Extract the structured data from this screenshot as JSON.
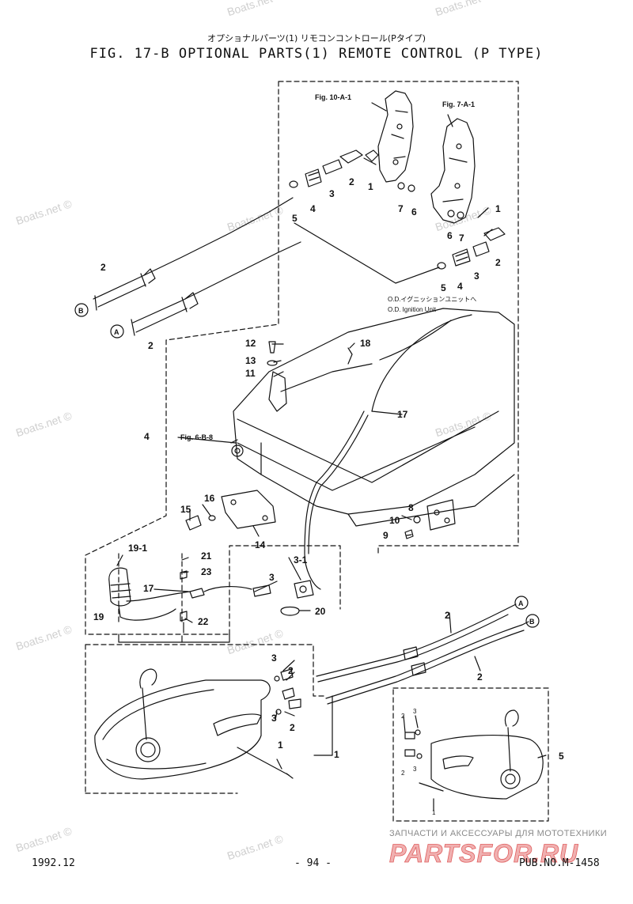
{
  "title_jp": "オプショナルパーツ(1) リモコンコントロール(Pタイプ)",
  "title": "FIG. 17-B OPTIONAL PARTS(1) REMOTE CONTROL (P TYPE)",
  "references": {
    "fig10": "Fig. 10-A-1",
    "fig7": "Fig. 7-A-1",
    "fig6": "Fig. 6-B-8"
  },
  "ignition_note_jp": "O.D.イグニッションユニットへ",
  "ignition_note_en": "O.D. Ignition Unit",
  "circle_labels": {
    "a": "A",
    "b": "B"
  },
  "part_numbers": {
    "p1": "1",
    "p2": "2",
    "p3": "3",
    "p4": "4",
    "p5": "5",
    "p6": "6",
    "p7": "7",
    "p8": "8",
    "p9": "9",
    "p10": "10",
    "p11": "11",
    "p12": "12",
    "p13": "13",
    "p14": "14",
    "p15": "15",
    "p16": "16",
    "p17": "17",
    "p18": "18",
    "p19": "19",
    "p19_1": "19-1",
    "p20": "20",
    "p21": "21",
    "p22": "22",
    "p23": "23",
    "p3_1": "3-1"
  },
  "watermark": "Boats.net ©",
  "footer": {
    "date": "1992.12",
    "page": "- 94 -",
    "pub": "PUB.NO.M-1458"
  },
  "shop": {
    "caption": "ЗАПЧАСТИ И АКСЕССУАРЫ ДЛЯ МОТОТЕХНИКИ",
    "logo": "PARTSFOR.RU"
  },
  "colors": {
    "ink": "#111111",
    "watermark": "#cfcfcf",
    "logo": "#e06060"
  }
}
